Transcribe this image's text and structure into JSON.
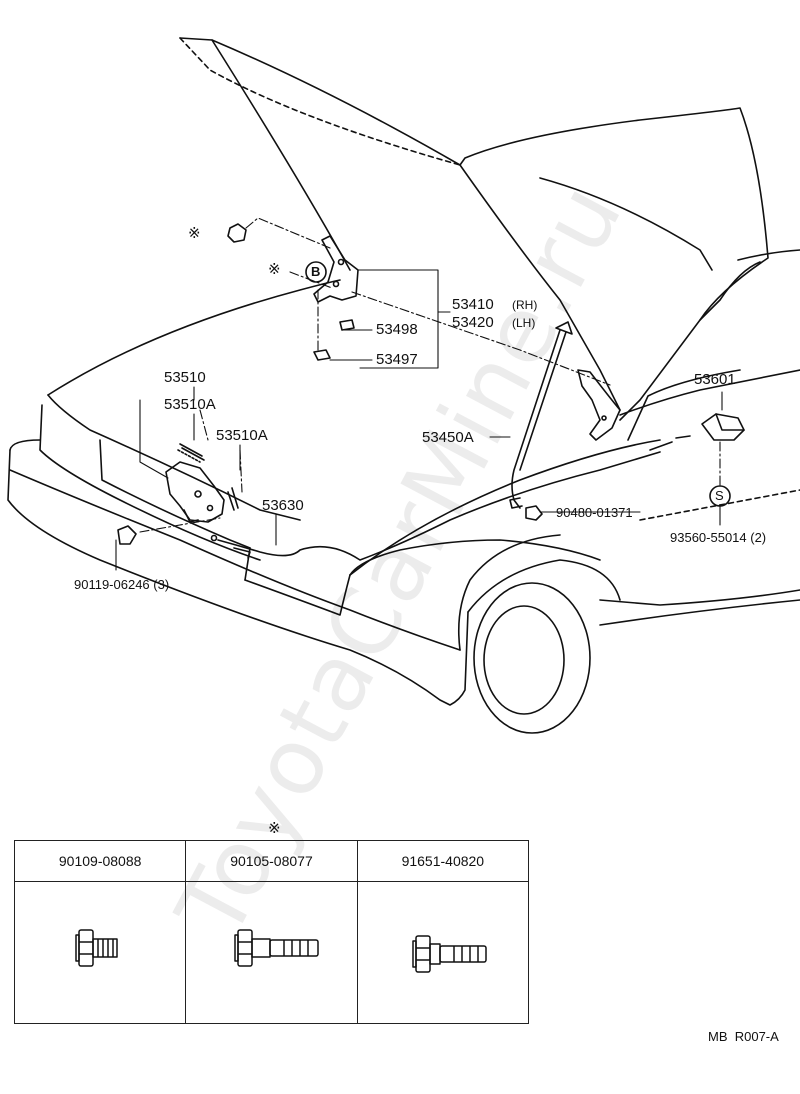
{
  "callouts": {
    "hinge_rh": "53410",
    "hinge_rh_side": "(RH)",
    "hinge_lh": "53420",
    "hinge_lh_side": "(LH)",
    "part_53498": "53498",
    "part_53497": "53497",
    "lock": "53510",
    "lock_a": "53510A",
    "lock_spring": "53510A",
    "support_rod": "53450A",
    "release_cable": "53630",
    "release_lever": "53601",
    "clip": "90480-01371",
    "screw": "93560-55014 (2)",
    "bolt": "90119-06246 (3)",
    "ref_mark": "※",
    "circle_b": "B",
    "circle_s": "S"
  },
  "bolt_table": {
    "mark": "※",
    "headers": [
      "90109-08088",
      "90105-08077",
      "91651-40820"
    ]
  },
  "footer_code": "MB  R007-A",
  "watermark": "ToyotaCarMine.ru",
  "icons": [
    "flange-bolt-icon",
    "flange-bolt-icon",
    "flange-bolt-icon"
  ]
}
